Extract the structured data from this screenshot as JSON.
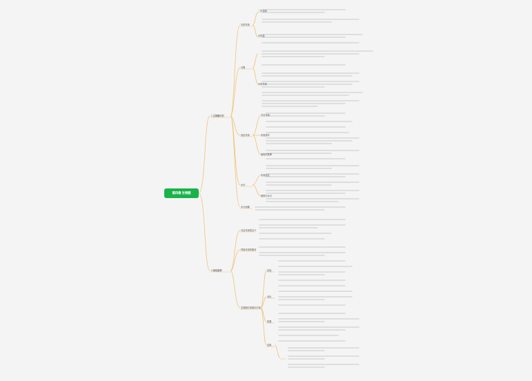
{
  "root": {
    "title": "第四章 生物圈"
  },
  "main": [
    {
      "label": "1 生物圈中的"
    },
    {
      "label": "2 绿色植物"
    }
  ],
  "sub": [
    {
      "label": "光的作用"
    },
    {
      "label": "二氧化碳"
    },
    {
      "label": "无机盐"
    },
    {
      "label": "光照"
    },
    {
      "label": "水的作用"
    },
    {
      "label": "综合作用"
    },
    {
      "label": "光合作用"
    },
    {
      "label": "实验操作"
    },
    {
      "label": "植物的蒸腾"
    },
    {
      "label": "水分"
    },
    {
      "label": "实验结论"
    },
    {
      "label": "植物与水分"
    },
    {
      "label": "水分运输"
    },
    {
      "label": "光合作用的意义"
    },
    {
      "label": "呼吸作用的概念"
    },
    {
      "label": "生物圈中的碳氧平衡"
    },
    {
      "label": "实验"
    },
    {
      "label": "对比"
    },
    {
      "label": "拓展"
    },
    {
      "label": "应用"
    }
  ],
  "colors": {
    "root": "#19b34a",
    "branch": "#f0c27a",
    "text": "#666666"
  }
}
